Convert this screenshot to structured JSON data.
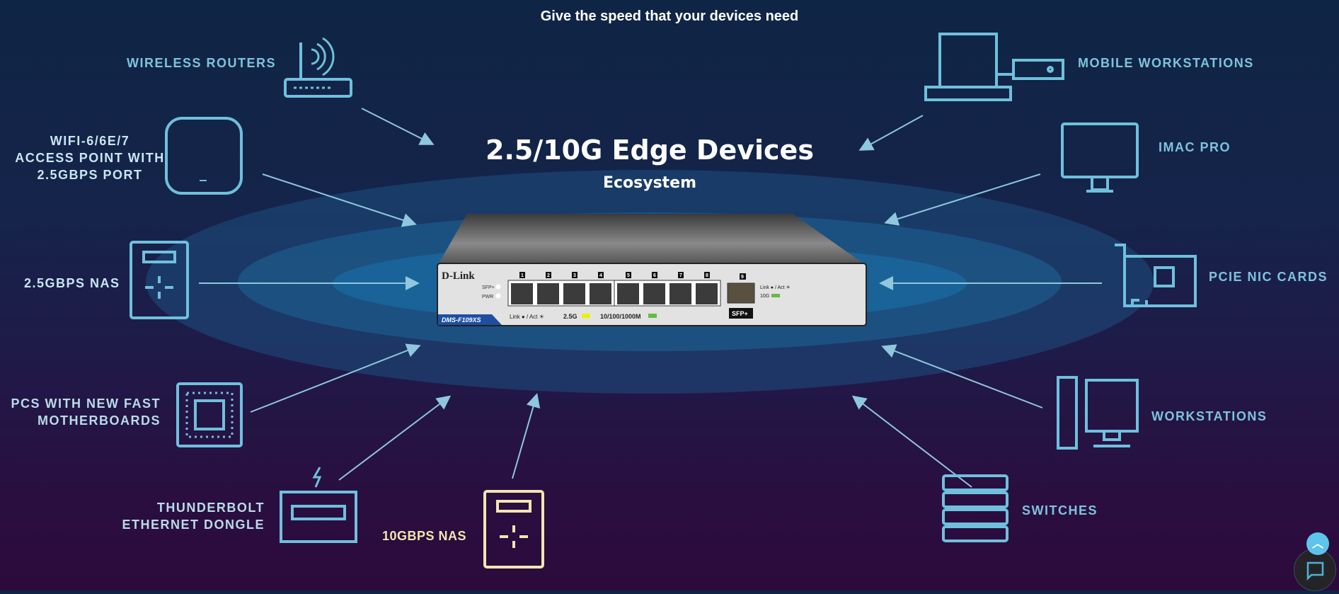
{
  "page_title": "Give the speed that your devices need",
  "hero": {
    "title": "2.5/10G Edge Devices",
    "subtitle": "Ecosystem"
  },
  "switch": {
    "brand": "D-Link",
    "model": "DMS-F109XS",
    "ports": [
      "1",
      "2",
      "3",
      "4",
      "5",
      "6",
      "7",
      "8",
      "9"
    ],
    "leds": [
      "SFP+",
      "PWR"
    ],
    "legend": [
      "Link ● / Act ☀",
      "2.5G",
      "10/100/1000M",
      "10G",
      "SFP+"
    ]
  },
  "devices_left": [
    {
      "label": "WIRELESS ROUTERS",
      "icon": "router-icon"
    },
    {
      "label_lines": [
        "WIFI-6/6E/7",
        "ACCESS POINT WITH",
        "2.5GBPS PORT"
      ],
      "icon": "access-point-icon"
    },
    {
      "label": "2.5GBPS NAS",
      "icon": "nas-icon"
    },
    {
      "label_lines": [
        "PCS WITH NEW FAST",
        "MOTHERBOARDS"
      ],
      "icon": "chip-icon"
    },
    {
      "label_lines": [
        "THUNDERBOLT",
        "ETHERNET DONGLE"
      ],
      "icon": "thunderbolt-dongle-icon"
    },
    {
      "label": "10GBPS NAS",
      "icon": "nas-icon"
    }
  ],
  "devices_right": [
    {
      "label": "MOBILE WORKSTATIONS",
      "icon": "laptop-icon"
    },
    {
      "label": "IMAC PRO",
      "icon": "monitor-icon"
    },
    {
      "label": "PCIE NIC CARDS",
      "icon": "pcie-card-icon"
    },
    {
      "label": "WORKSTATIONS",
      "icon": "desktop-computer-icon"
    },
    {
      "label": "SWITCHES",
      "icon": "switch-rack-icon"
    }
  ],
  "colors": {
    "icon": "#6fc0dc",
    "accent_cream": "#f2e6ae",
    "fab": "#5ec4ec"
  }
}
